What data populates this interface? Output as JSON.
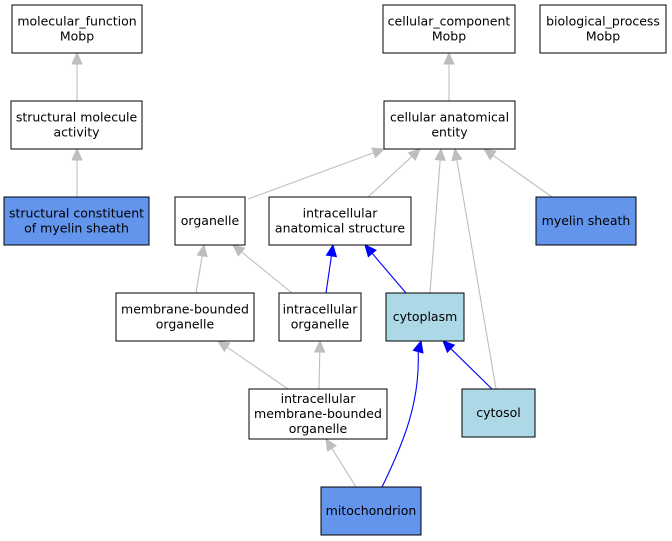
{
  "colors": {
    "default_fill": "#ffffff",
    "highlight_fill": "#6495ed",
    "ancestor_fill": "#add8e6",
    "gray_edge": "#bebebe",
    "blue_edge": "#0000ff"
  },
  "nodes": [
    {
      "id": "molecular_function",
      "lines": [
        "molecular_function",
        "Mobp"
      ],
      "style": "default"
    },
    {
      "id": "cellular_component",
      "lines": [
        "cellular_component",
        "Mobp"
      ],
      "style": "default"
    },
    {
      "id": "biological_process",
      "lines": [
        "biological_process",
        "Mobp"
      ],
      "style": "default"
    },
    {
      "id": "structural_molecule_activity",
      "lines": [
        "structural molecule",
        "activity"
      ],
      "style": "default"
    },
    {
      "id": "cellular_anatomical_entity",
      "lines": [
        "cellular anatomical",
        "entity"
      ],
      "style": "default"
    },
    {
      "id": "structural_constituent_of_myelin_sheath",
      "lines": [
        "structural constituent",
        "of myelin sheath"
      ],
      "style": "highlight"
    },
    {
      "id": "organelle",
      "lines": [
        "organelle"
      ],
      "style": "default"
    },
    {
      "id": "intracellular_anatomical_structure",
      "lines": [
        "intracellular",
        "anatomical structure"
      ],
      "style": "default"
    },
    {
      "id": "myelin_sheath",
      "lines": [
        "myelin sheath"
      ],
      "style": "highlight"
    },
    {
      "id": "membrane_bounded_organelle",
      "lines": [
        "membrane-bounded",
        "organelle"
      ],
      "style": "default"
    },
    {
      "id": "intracellular_organelle",
      "lines": [
        "intracellular",
        "organelle"
      ],
      "style": "default"
    },
    {
      "id": "cytoplasm",
      "lines": [
        "cytoplasm"
      ],
      "style": "ancestor"
    },
    {
      "id": "intracellular_membrane_bounded_organelle",
      "lines": [
        "intracellular",
        "membrane-bounded",
        "organelle"
      ],
      "style": "default"
    },
    {
      "id": "cytosol",
      "lines": [
        "cytosol"
      ],
      "style": "ancestor"
    },
    {
      "id": "mitochondrion",
      "lines": [
        "mitochondrion"
      ],
      "style": "highlight"
    }
  ],
  "edges": [
    {
      "from": "structural_molecule_activity",
      "to": "molecular_function",
      "color": "gray"
    },
    {
      "from": "cellular_anatomical_entity",
      "to": "cellular_component",
      "color": "gray"
    },
    {
      "from": "structural_constituent_of_myelin_sheath",
      "to": "structural_molecule_activity",
      "color": "gray"
    },
    {
      "from": "organelle",
      "to": "cellular_anatomical_entity",
      "color": "gray"
    },
    {
      "from": "intracellular_anatomical_structure",
      "to": "cellular_anatomical_entity",
      "color": "gray"
    },
    {
      "from": "cytoplasm",
      "to": "cellular_anatomical_entity",
      "color": "gray"
    },
    {
      "from": "cytosol",
      "to": "cellular_anatomical_entity",
      "color": "gray"
    },
    {
      "from": "myelin_sheath",
      "to": "cellular_anatomical_entity",
      "color": "gray"
    },
    {
      "from": "membrane_bounded_organelle",
      "to": "organelle",
      "color": "gray"
    },
    {
      "from": "intracellular_organelle",
      "to": "organelle",
      "color": "gray"
    },
    {
      "from": "intracellular_organelle",
      "to": "intracellular_anatomical_structure",
      "color": "blue"
    },
    {
      "from": "cytoplasm",
      "to": "intracellular_anatomical_structure",
      "color": "blue"
    },
    {
      "from": "intracellular_membrane_bounded_organelle",
      "to": "membrane_bounded_organelle",
      "color": "gray"
    },
    {
      "from": "intracellular_membrane_bounded_organelle",
      "to": "intracellular_organelle",
      "color": "gray"
    },
    {
      "from": "cytosol",
      "to": "cytoplasm",
      "color": "blue"
    },
    {
      "from": "mitochondrion",
      "to": "intracellular_membrane_bounded_organelle",
      "color": "gray"
    },
    {
      "from": "mitochondrion",
      "to": "cytoplasm",
      "color": "blue"
    }
  ]
}
